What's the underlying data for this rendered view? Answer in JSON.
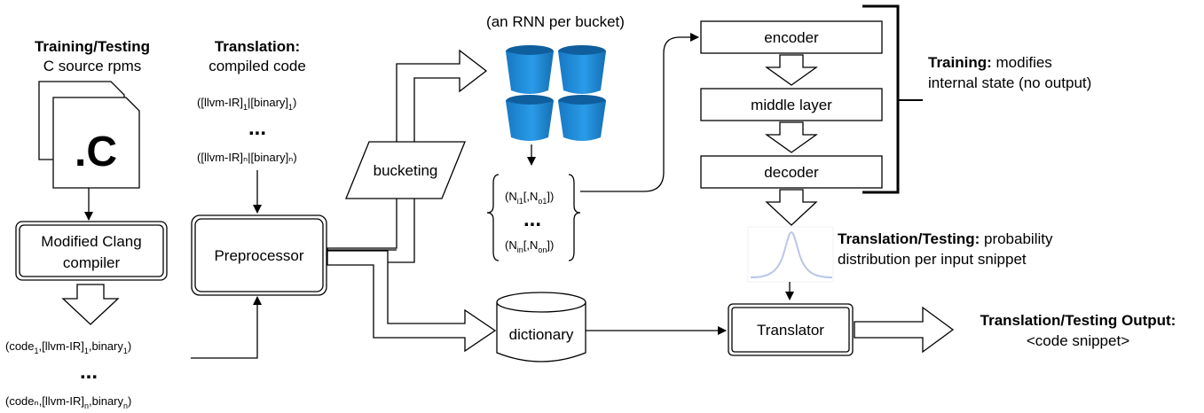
{
  "source": {
    "heading": "Training/Testing",
    "subheading": "C source rpms",
    "file_glyph": ".C"
  },
  "compiler": {
    "label_line1": "Modified Clang",
    "label_line2": "compiler"
  },
  "compiled_output": {
    "first_prefix": "(code",
    "first_sub": "1",
    "first_mid": ",[llvm-IR]",
    "first_mid_sub": "1",
    "first_end": ",binary",
    "first_end_sub": "1",
    "first_close": ")",
    "ellipsis": "...",
    "last_text": "(codeₙ,[llvm-IR]",
    "last_sub": "n",
    "last_end": ",binary",
    "last_end_sub": "n",
    "last_close": ")"
  },
  "translation_input": {
    "heading": "Translation:",
    "subheading": "compiled code",
    "first_a": "([llvm-IR]",
    "first_a_sub": "1",
    "first_b": "|[binary]",
    "first_b_sub": "1",
    "first_close": ")",
    "ellipsis": "...",
    "last": "([llvm-IR]ₙ|[binary]ₙ)"
  },
  "preprocessor": {
    "label": "Preprocessor"
  },
  "bucketing": {
    "label": "bucketing"
  },
  "buckets": {
    "caption": "(an RNN per bucket)"
  },
  "bucket_tuples": {
    "first_a": "(N",
    "first_a_sub": "i1",
    "first_b": "[,N",
    "first_b_sub": "o1",
    "first_close": "])",
    "ellipsis": "...",
    "last_a": "(N",
    "last_a_sub": "in",
    "last_b": "[,N",
    "last_b_sub": "on",
    "last_close": "])"
  },
  "dictionary": {
    "label": "dictionary"
  },
  "rnn": {
    "encoder": "encoder",
    "middle": "middle layer",
    "decoder": "decoder"
  },
  "training_note": {
    "bold": "Training:",
    "rest": " modifies",
    "line2": "internal state (no output)"
  },
  "testing_note": {
    "bold": "Translation/Testing:",
    "rest": " probability",
    "line2": "distribution per input snippet"
  },
  "translator": {
    "label": "Translator"
  },
  "output": {
    "heading": "Translation/Testing Output:",
    "subheading": "<code snippet>"
  },
  "colors": {
    "bucket_blue": "#1c8ad8",
    "bucket_blue_dark": "#156fb3",
    "curve": "#b9c7e8"
  },
  "icons": {
    "bucket": "bucket-icon",
    "distribution": "bell-curve-icon"
  }
}
